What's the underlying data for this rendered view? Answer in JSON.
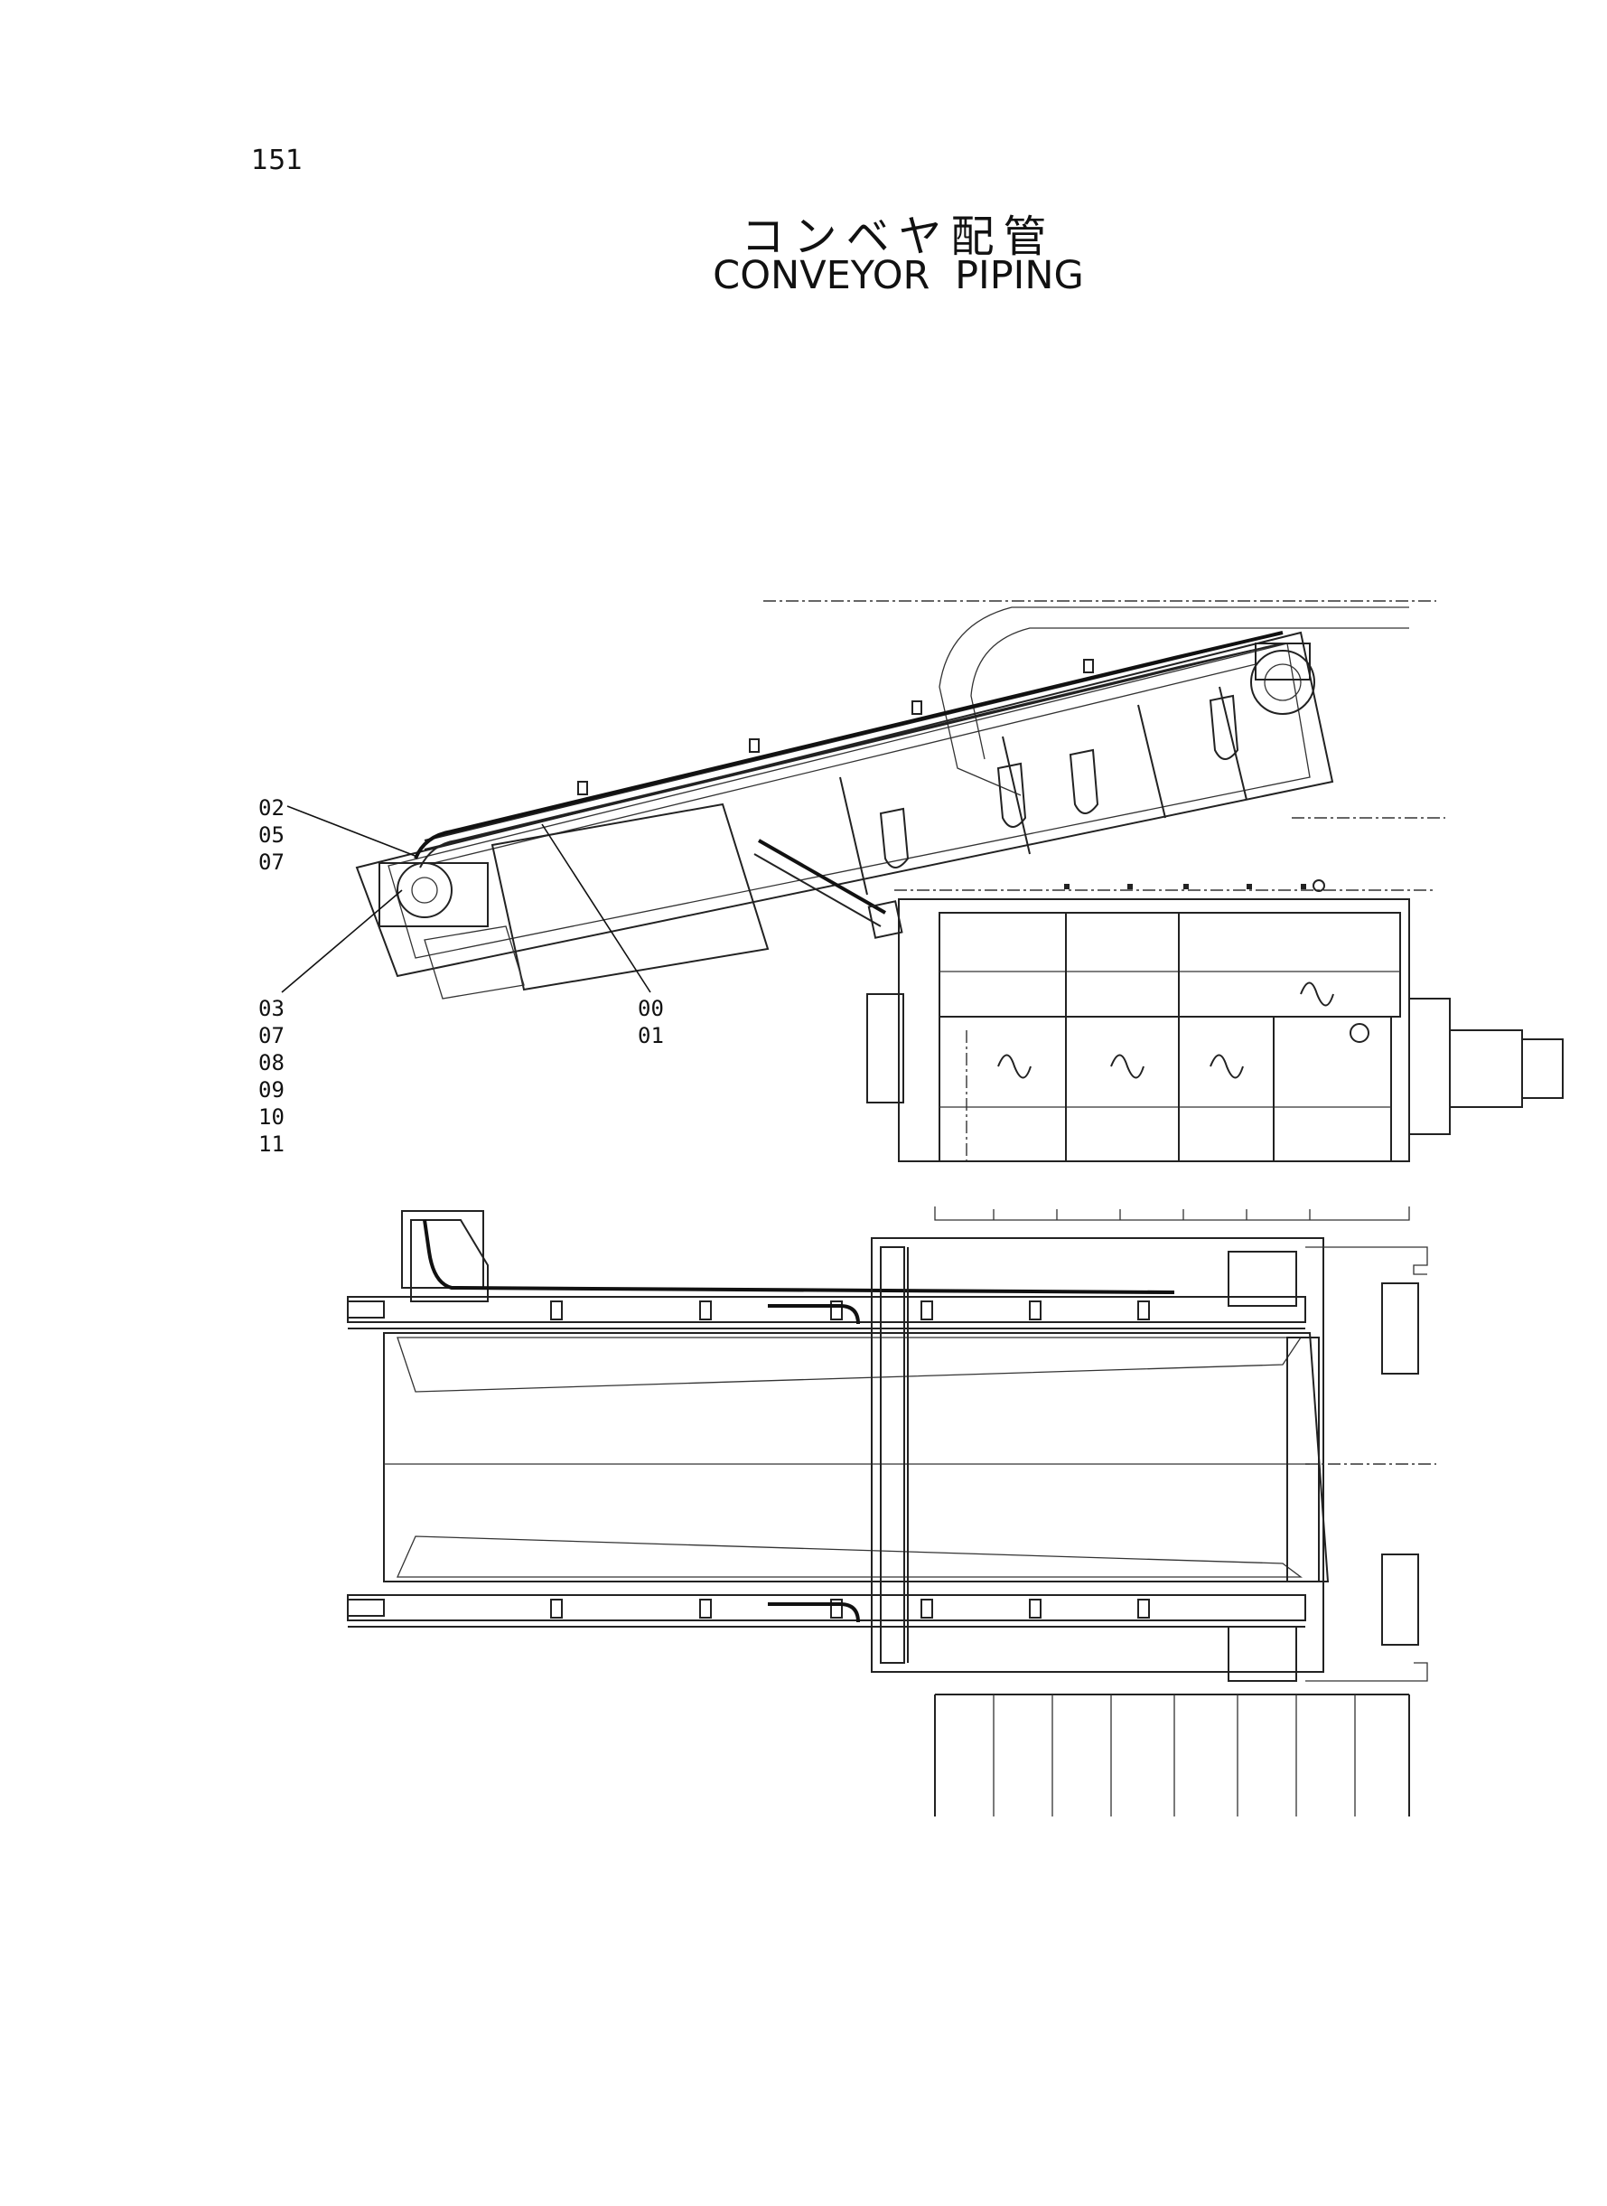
{
  "page_number": "151",
  "title_jp": "コンベヤ配管",
  "title_en": "CONVEYOR PIPING",
  "callouts": {
    "group_a": [
      "02",
      "05",
      "07"
    ],
    "group_b": [
      "03",
      "07",
      "08",
      "09",
      "10",
      "11"
    ],
    "group_c": [
      "00",
      "01"
    ]
  }
}
